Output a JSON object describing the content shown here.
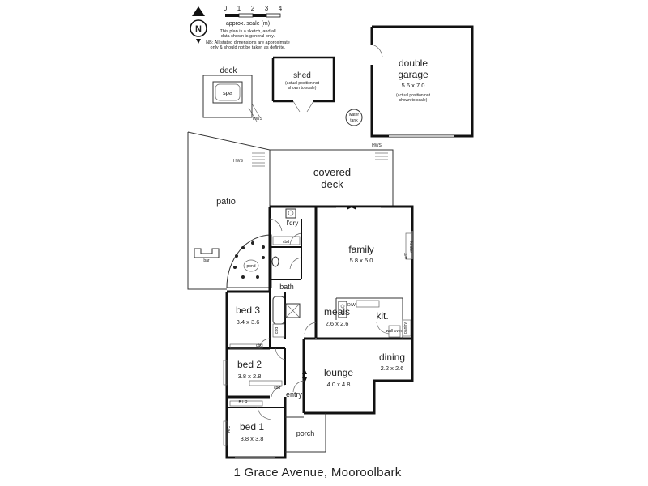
{
  "scale": {
    "ticks": [
      "0",
      "1",
      "2",
      "3",
      "4"
    ],
    "label": "approx. scale (m)",
    "note1": "This plan is a sketch, and all",
    "note2": "data shown is general only.",
    "note3": "NB: All stated dimensions are approximate",
    "note4": "only & should not be taken as definite."
  },
  "compass": {
    "label": "N"
  },
  "outbuildings": {
    "deck": "deck",
    "spa": "spa",
    "shed": "shed",
    "shed_note1": "(actual position not",
    "shed_note2": "shown to scale)",
    "garage_line1": "double",
    "garage_line2": "garage",
    "garage_dim": "5.6 x 7.0",
    "garage_note1": "(actual position not",
    "garage_note2": "shown to scale)",
    "water_tank1": "water",
    "water_tank2": "tank"
  },
  "rooms": {
    "covered_deck1": "covered",
    "covered_deck2": "deck",
    "patio": "patio",
    "bar": "bar",
    "pond": "pond",
    "ldry": "l'dry",
    "cbd": "cbd",
    "bath": "bath",
    "family": "family",
    "family_dim": "5.8 x 5.0",
    "heater": "heater",
    "meals": "meals",
    "meals_dim": "2.6 x 2.6",
    "kit": "kit.",
    "dw": "D/W",
    "wall_oven": "wall oven",
    "pantry": "pantry",
    "bed3": "bed 3",
    "bed3_dim": "3.4 x 3.6",
    "bed2": "bed 2",
    "bed2_dim": "3.8 x 2.8",
    "bed1": "bed 1",
    "bed1_dim": "3.8 x 3.8",
    "bir": "B.I.R",
    "lounge": "lounge",
    "lounge_dim": "4.0 x 4.8",
    "dining": "dining",
    "dining_dim": "2.2 x 2.6",
    "entry": "entry",
    "porch": "porch",
    "ac": "A/C",
    "hws": "HWS"
  },
  "address": "1 Grace Avenue, Mooroolbark"
}
